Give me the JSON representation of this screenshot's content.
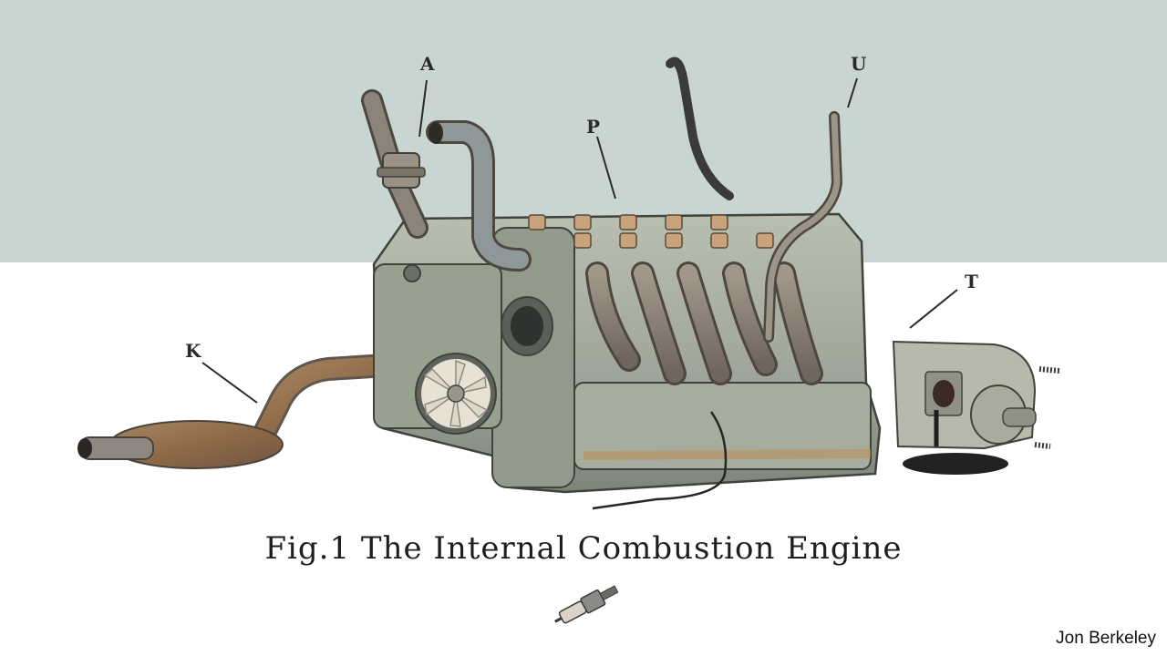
{
  "labels": {
    "a": "A",
    "p": "P",
    "u": "U",
    "k": "K",
    "t": "T"
  },
  "caption": "Fig.1 The Internal Combustion Engine",
  "credit": "Jon Berkeley",
  "colors": {
    "sky": "#c9d5d3",
    "floor": "#ffffff",
    "metal": "#a4ab9b",
    "rust": "#9a6a3e"
  }
}
